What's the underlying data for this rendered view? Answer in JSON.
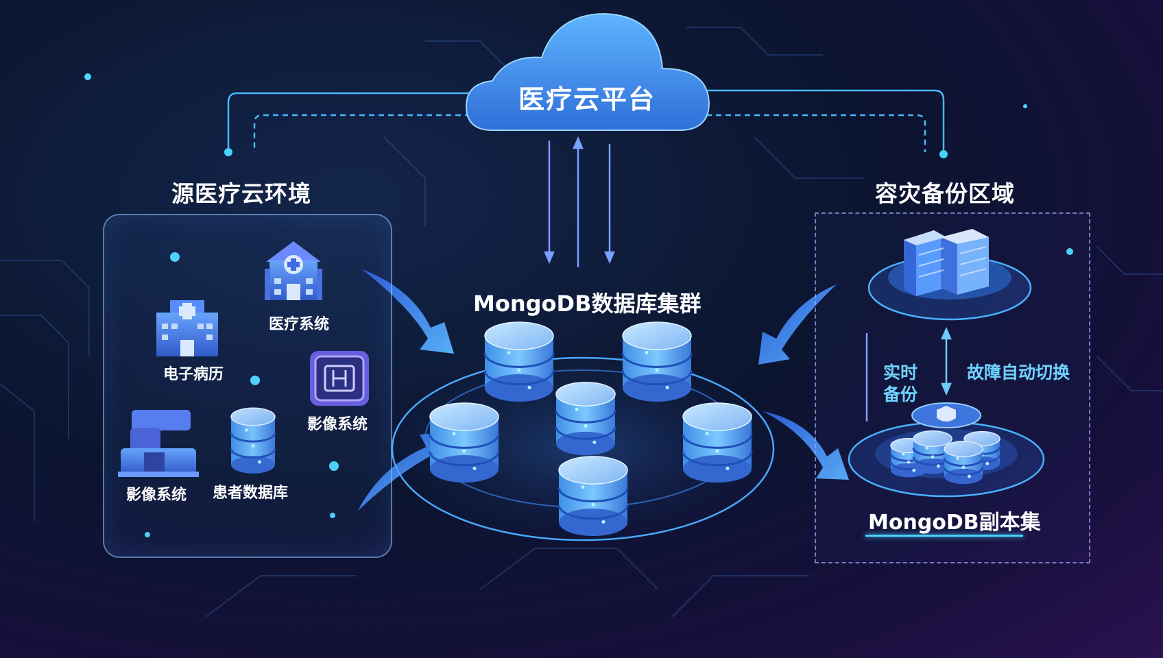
{
  "cloud": {
    "title": "医疗云平台"
  },
  "source": {
    "title": "源医疗云环境",
    "items": [
      {
        "label": "医疗系统",
        "icon": "hospital-icon"
      },
      {
        "label": "电子病历",
        "icon": "hospital-icon"
      },
      {
        "label": "影像系统",
        "icon": "imaging-device-icon"
      },
      {
        "label": "影像系统",
        "icon": "imaging-scanner-icon"
      },
      {
        "label": "患者数据库",
        "icon": "database-icon"
      }
    ]
  },
  "cluster": {
    "title": "MongoDB数据库集群"
  },
  "backup": {
    "title": "容灾备份区域",
    "realtime_line1": "实时",
    "realtime_line2": "备份",
    "failover": "故障自动切换",
    "replica_title": "MongoDB副本集"
  },
  "colors": {
    "accent": "#49d2ff",
    "cloud": "#3b8fe8",
    "arrow": "#3f7dff",
    "panel_border": "#96c8ff"
  }
}
